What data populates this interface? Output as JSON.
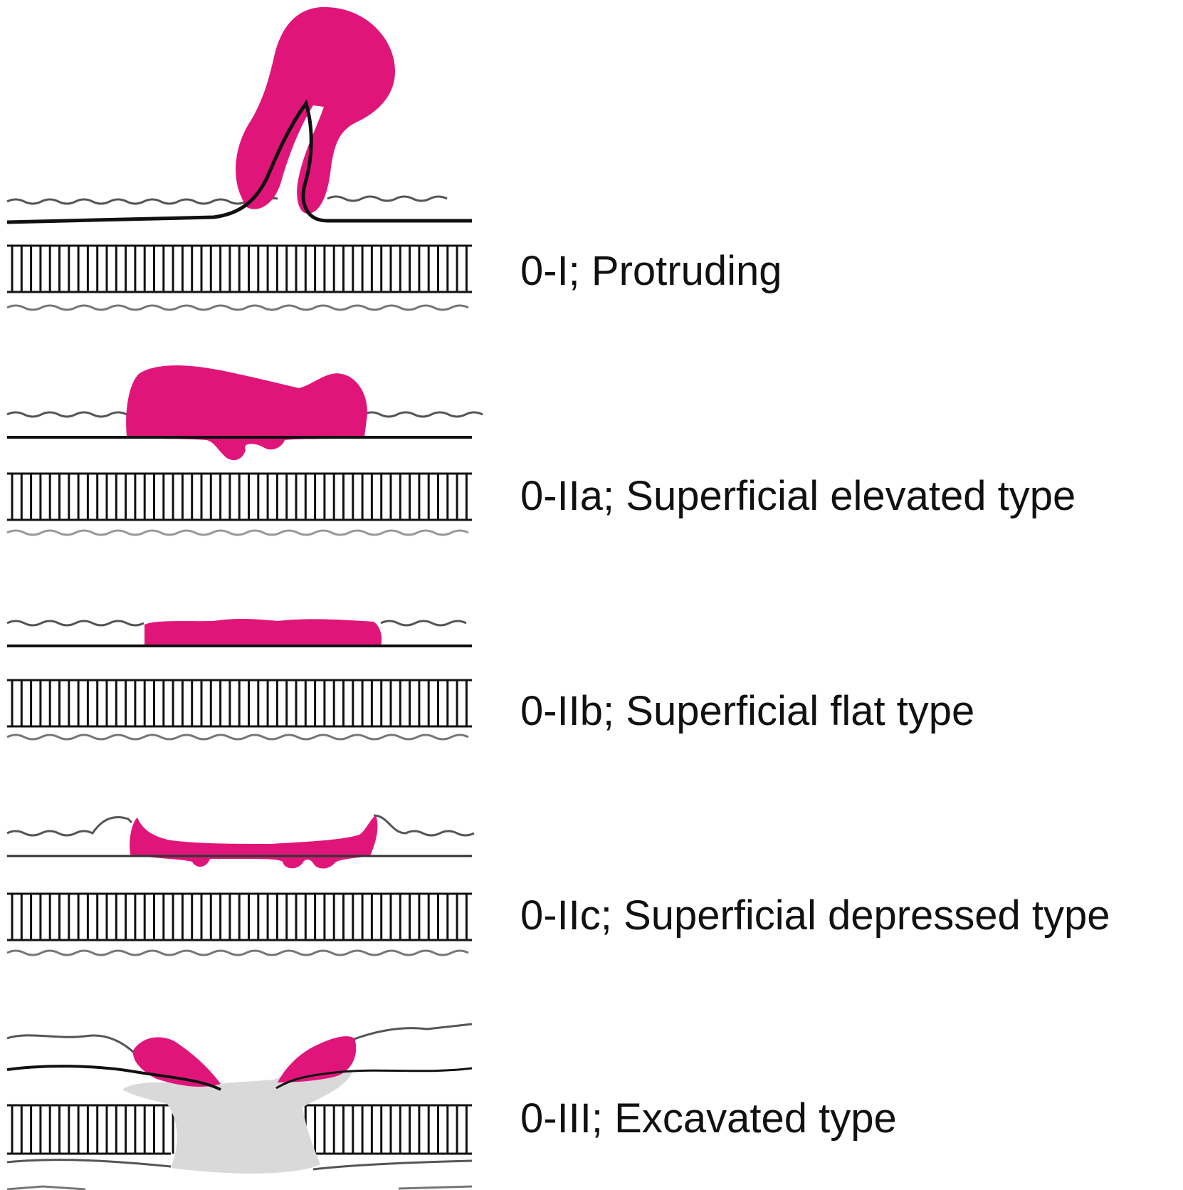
{
  "colors": {
    "lesion": "#e0157a",
    "line": "#111111",
    "excavation": "#d9d9d9",
    "wave": "#555555"
  },
  "types": [
    {
      "label": "0-I; Protruding"
    },
    {
      "label": "0-IIa; Superficial elevated type"
    },
    {
      "label": "0-IIb; Superficial flat type"
    },
    {
      "label": "0-IIc; Superficial depressed type"
    },
    {
      "label": "0-III; Excavated type"
    }
  ]
}
